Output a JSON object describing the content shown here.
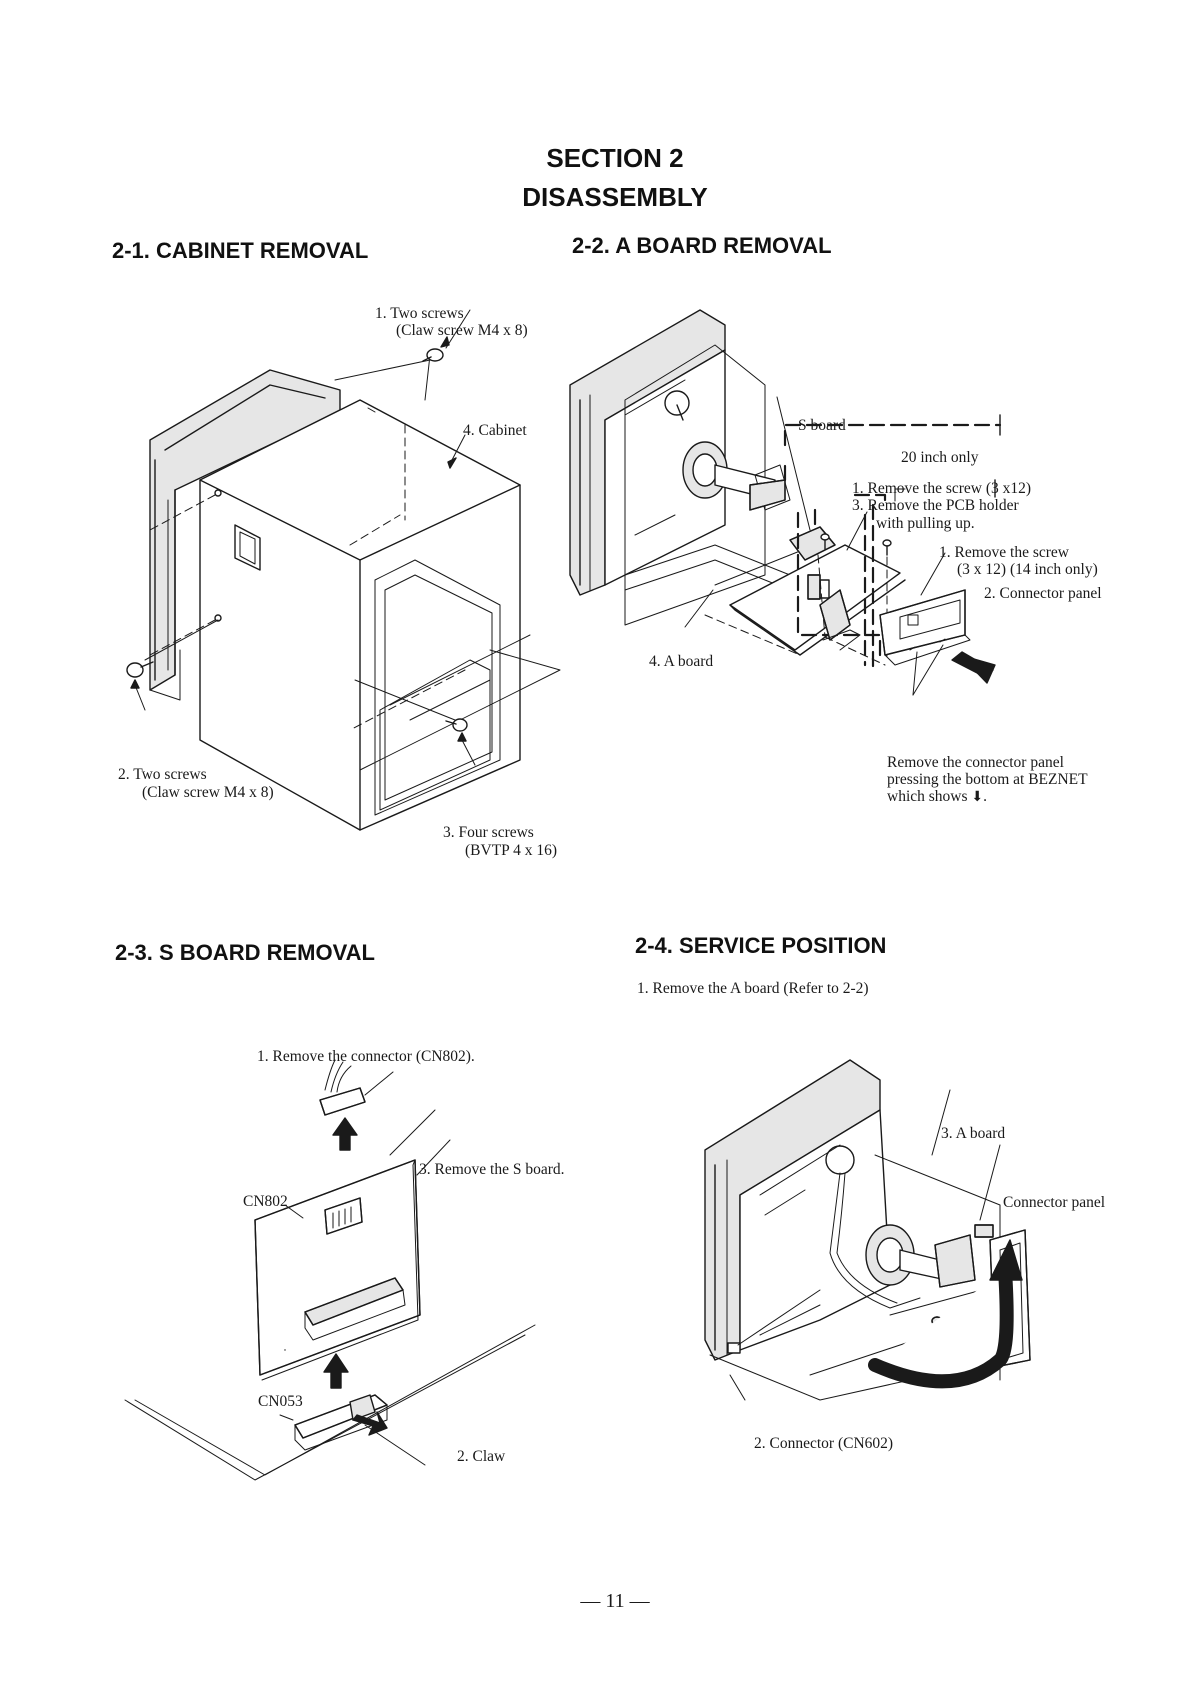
{
  "header": {
    "section": "SECTION 2",
    "title": "DISASSEMBLY"
  },
  "sections": {
    "cabinet_removal": {
      "heading": "2-1.  CABINET REMOVAL",
      "labels": {
        "two_screws_top_1": "1.  Two screws",
        "two_screws_top_2": "(Claw screw M4 x 8)",
        "cabinet": "4.  Cabinet",
        "two_screws_left_1": "2.  Two screws",
        "two_screws_left_2": "(Claw screw M4 x 8)",
        "four_screws_1": "3.  Four screws",
        "four_screws_2": "(BVTP 4 x 16)"
      }
    },
    "a_board_removal": {
      "heading": "2-2.  A BOARD REMOVAL",
      "labels": {
        "s_board": "S board",
        "inch20_title": "20 inch only",
        "inch20_step1": "1.  Remove the screw (3 x12)",
        "inch20_step3a": "3.  Remove the PCB holder",
        "inch20_step3b": "with pulling up.",
        "inch14_step1a": "1.  Remove the screw",
        "inch14_step1b": "(3 x 12) (14 inch only)",
        "connector_panel": "2.  Connector panel",
        "a_board": "4.  A board",
        "note_1": "Remove  the  connector  panel",
        "note_2": "pressing the bottom at BEZNET",
        "note_3a": "which shows",
        "note_arrow": "⬇",
        "note_3b": "."
      }
    },
    "s_board_removal": {
      "heading": "2-3. S BOARD REMOVAL",
      "labels": {
        "step1": "1.  Remove the connector (CN802).",
        "step3": "3.  Remove the S board.",
        "cn802": "CN802",
        "cn053": "CN053",
        "claw": "2.  Claw"
      }
    },
    "service_position": {
      "heading": "2-4. SERVICE POSITION",
      "step1": "1.  Remove the A board (Refer to 2-2)",
      "labels": {
        "a_board": "3.  A board",
        "connector_panel": "Connector panel",
        "connector": "2.  Connector (CN602)"
      }
    }
  },
  "footer": {
    "page_number": "— 11 —"
  }
}
